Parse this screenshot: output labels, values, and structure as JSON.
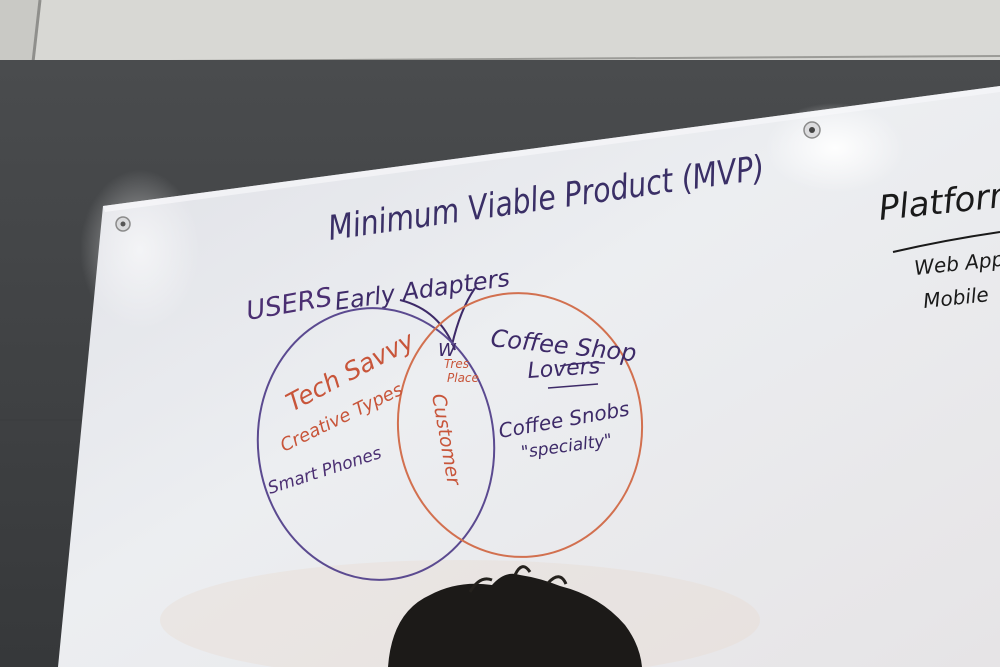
{
  "colors": {
    "wall": "#3f4143",
    "ceiling": "#d9d9d6",
    "board": "#e7e8ec",
    "purple_marker": "#4b2f72",
    "orange_marker": "#c8553a",
    "black_marker": "#1a1a1a"
  },
  "board": {
    "title": "Minimum Viable Product (MVP)",
    "users_label": "USERS",
    "early_adapters_label": "Early Adapters",
    "left_circle": {
      "line1": "Tech Savvy",
      "line2": "Creative Types",
      "line3": "Smart Phones"
    },
    "overlap": {
      "marker": "W",
      "line1": "Tres",
      "line2": "Place",
      "line3": "Customer"
    },
    "right_circle": {
      "line1": "Coffee Shop",
      "line2": "Lovers",
      "line3": "Coffee Snobs",
      "line4": "\"specialty\""
    },
    "platform": {
      "heading": "Platform",
      "item1": "Web App",
      "item2": "Mobile"
    }
  }
}
